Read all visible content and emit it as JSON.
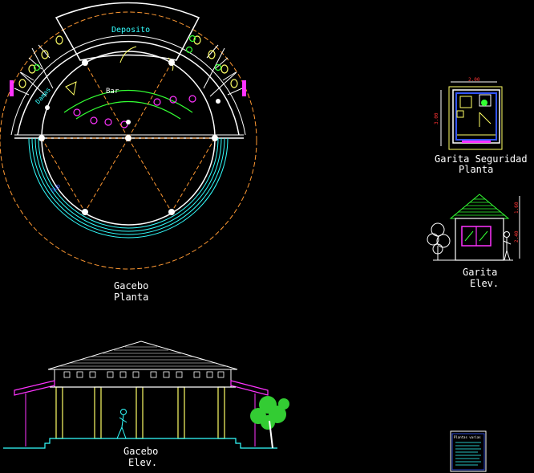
{
  "colors": {
    "background": "#000000",
    "white": "#ffffff",
    "yellow": "#ffff66",
    "cyan": "#33ffff",
    "magenta": "#ff33ff",
    "orange": "#ff9933",
    "green": "#33ff33",
    "red": "#ff3333",
    "blue": "#3355ff",
    "olive": "#99cc33"
  },
  "gazebo_plan": {
    "deposit_label": "Deposito",
    "bar_label": "Bar",
    "restrooms_label": "Damas",
    "stair_label": "Sub",
    "title_line1": "Gacebo",
    "title_line2": "Planta"
  },
  "gazebo_elevation": {
    "title_line1": "Gacebo",
    "title_line2": "Elev."
  },
  "guardhouse_plan": {
    "width_dim": "2.00",
    "depth_dim": "3.00",
    "title_line1": "Garita Seguridad",
    "title_line2": "Planta"
  },
  "guardhouse_elevation": {
    "roof_dim": "1.60",
    "wall_dim": "2.40",
    "title_line1": "Garita",
    "title_line2": "Elev."
  },
  "title_block": {
    "heading": "Plantas varias"
  },
  "icons": {
    "tree": "tree-icon",
    "person": "person-icon",
    "toilet": "toilet-icon",
    "stool": "bar-stool-icon"
  }
}
